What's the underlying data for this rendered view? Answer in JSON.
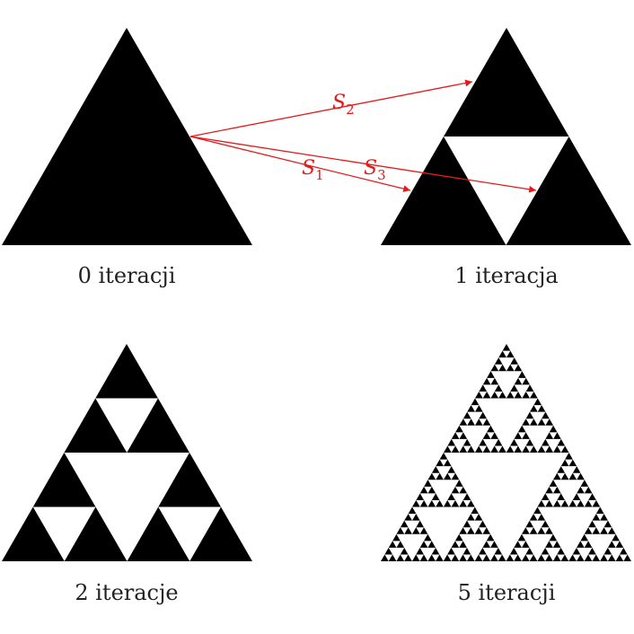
{
  "figures": [
    {
      "caption": "0 iteracji",
      "iterations": 0
    },
    {
      "caption": "1 iteracja",
      "iterations": 1
    },
    {
      "caption": "2 iteracje",
      "iterations": 2
    },
    {
      "caption": "5 iteracji",
      "iterations": 5
    }
  ],
  "maps": [
    {
      "symbol": "S",
      "index": "1",
      "target": "left"
    },
    {
      "symbol": "S",
      "index": "2",
      "target": "top"
    },
    {
      "symbol": "S",
      "index": "3",
      "target": "right"
    }
  ],
  "colors": {
    "fill": "#000000",
    "background": "#ffffff",
    "arrow": "#e31a1c",
    "caption": "#222222"
  }
}
